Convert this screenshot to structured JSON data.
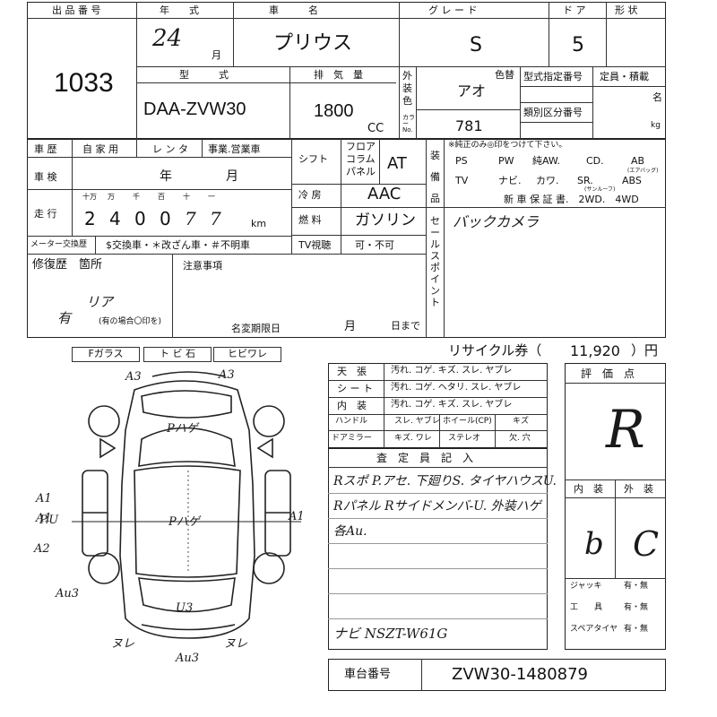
{
  "header": {
    "lot_label": "出 品 番 号",
    "year_label": "年　　式",
    "car_label": "車　　　名",
    "grade_label": "グ レ ー ド",
    "door_label": "ド ア",
    "shape_label": "形 状"
  },
  "lot": {
    "number": "1033"
  },
  "year": {
    "value": "24",
    "month_unit": "月"
  },
  "car": {
    "name": "プリウス"
  },
  "grade": {
    "value": "S"
  },
  "doors": {
    "value": "5"
  },
  "model": {
    "label": "型　　　式",
    "value": "DAA-ZVW30"
  },
  "displacement": {
    "label": "排　気　量",
    "value": "1800",
    "unit": "CC"
  },
  "color": {
    "side_label": "外装色",
    "change_label": "色替",
    "value": "アオ",
    "code_label": "カラーNo.",
    "code": "781"
  },
  "type_codes": {
    "designation_label": "型式指定番号",
    "category_label": "類別区分番号"
  },
  "capacity": {
    "label": "定員・積載",
    "persons_unit": "名",
    "weight_unit": "kg"
  },
  "history": {
    "label": "車 歴",
    "options": [
      "自 家 用",
      "レ ン タ",
      "事業.営業車"
    ]
  },
  "inspection": {
    "label": "車 検",
    "year_unit": "年",
    "month_unit": "月"
  },
  "mileage": {
    "label": "走 行",
    "place_labels": [
      "十万",
      "万",
      "千",
      "百",
      "十",
      "一"
    ],
    "digits": [
      "2",
      "4",
      "0",
      "0",
      "7",
      "7"
    ],
    "unit": "km"
  },
  "meter": {
    "label": "メーター交換歴",
    "options": "$交換車・＊改ざん車・＃不明車"
  },
  "shift": {
    "label": "シフト",
    "options": [
      "フロア",
      "コラム",
      "パネル"
    ],
    "value": "AT"
  },
  "aircon": {
    "label": "冷 房",
    "value": "AAC"
  },
  "fuel": {
    "label": "燃 料",
    "value": "ガソリン"
  },
  "tv": {
    "label": "TV視聴",
    "options": "可・不可"
  },
  "equipment": {
    "side_label": "装備品",
    "note": "※純正のみ◎印をつけて下さい。",
    "row1": [
      "PS",
      "PW",
      "純AW.",
      "CD.",
      "AB"
    ],
    "ab_sub": "(エアバッグ)",
    "row2": [
      "TV",
      "ナビ.",
      "カワ.",
      "SR.",
      "ABS"
    ],
    "sr_sub": "(サンルーフ)",
    "row3": "新 車 保 証 書.　2WD.　4WD"
  },
  "sales_point": {
    "side_label": "セールスポイント",
    "text": "バックカメラ"
  },
  "repair": {
    "label": "修復歴　箇所",
    "note": "リア",
    "marker": "有",
    "marker_note": "(有の場合〇印を)"
  },
  "notes": {
    "label": "注意事項",
    "expiry_label": "名変期限日",
    "month_unit": "月",
    "day_unit": "日まで"
  },
  "glass": {
    "labels": [
      "Fガラス",
      "ト ビ 石",
      "ヒビワレ"
    ]
  },
  "recycle": {
    "label": "リサイクル券（",
    "amount": "11,920",
    "unit": "）円"
  },
  "interior_check": {
    "rows": [
      {
        "label": "天　張",
        "options": "汚れ. コゲ. キズ. スレ. ヤブレ"
      },
      {
        "label": "シ ー ト",
        "options": "汚れ. コゲ. ヘタリ. スレ. ヤブレ"
      },
      {
        "label": "内　装",
        "options": "汚れ. コゲ. キズ. スレ. ヤブレ"
      }
    ],
    "handle_label": "ハンドル",
    "handle_options": "スレ. ヤブレ",
    "wheel_label": "ホイール(CP)",
    "wheel_options": "キズ",
    "mirror_label": "ドアミラー",
    "mirror_options": "キズ. ワレ",
    "stereo_label": "ステレオ",
    "stereo_options": "欠. 穴"
  },
  "inspector": {
    "label": "査　定　員　記　入",
    "lines": [
      "Rスポ P.アセ. 下廻りS. タイヤハウスU.",
      "Rパネル Rサイドメンバ-U. 外装ハゲ",
      "各Au."
    ],
    "navi_line": "ナビ NSZT-W61G"
  },
  "score": {
    "label": "評　価　点",
    "value": "R",
    "interior_label": "内　装",
    "exterior_label": "外　装",
    "interior_value": "b",
    "exterior_value": "C"
  },
  "tools": {
    "items": [
      {
        "label": "ジャッキ",
        "value": "有・無"
      },
      {
        "label": "工　　具",
        "value": "有・無"
      },
      {
        "label": "スペアタイヤ",
        "value": "有・無"
      }
    ]
  },
  "chassis": {
    "label": "車台番号",
    "value": "ZVW30-1480879"
  },
  "diagram": {
    "marks": [
      "A3",
      "A3",
      "Pハゲ",
      "Pハゲ",
      "A1",
      "A1",
      "P.U",
      "A1",
      "A2",
      "Au3",
      "U3",
      "Au3",
      "ヌレ",
      "ヌレ"
    ]
  }
}
